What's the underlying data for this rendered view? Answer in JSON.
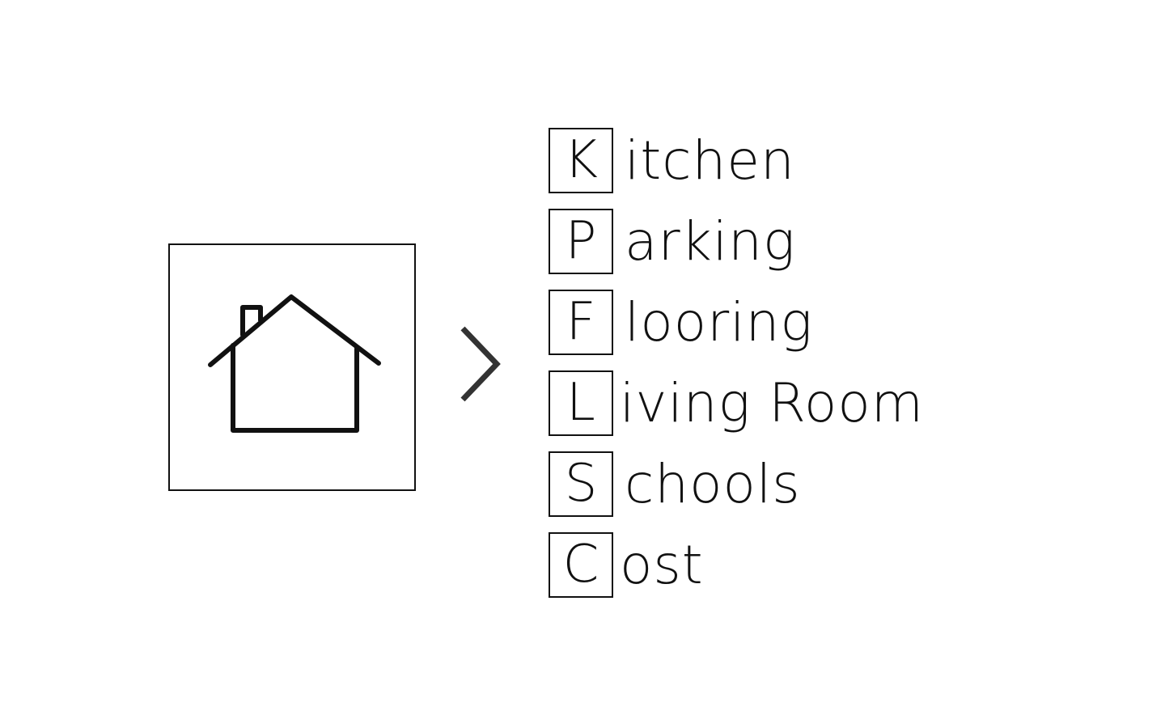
{
  "items": [
    {
      "letter": "K",
      "rest": "itchen"
    },
    {
      "letter": "P",
      "rest": "arking"
    },
    {
      "letter": "F",
      "rest": "looring"
    },
    {
      "letter": "L",
      "rest": "iving Room"
    },
    {
      "letter": "S",
      "rest": "chools"
    },
    {
      "letter": "C",
      "rest": "ost"
    }
  ],
  "icons": {
    "house": "house-icon",
    "arrow": "chevron-right-icon"
  }
}
